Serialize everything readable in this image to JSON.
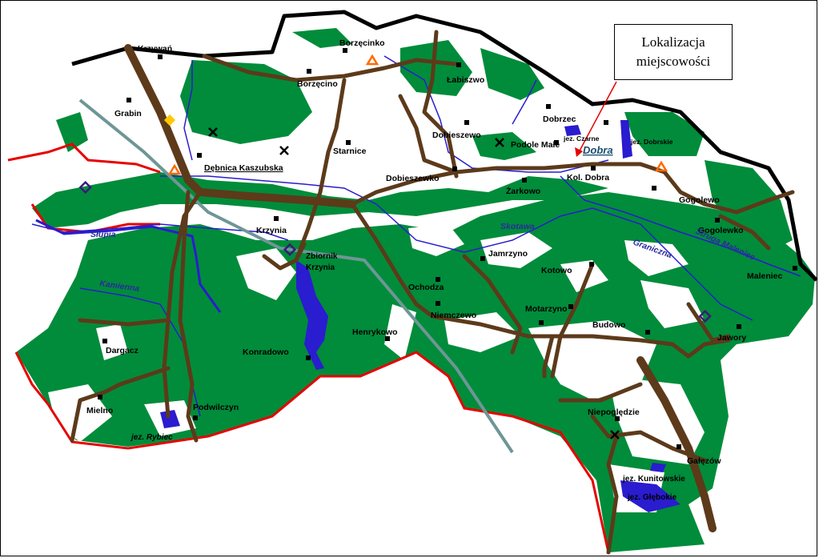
{
  "callout": {
    "line1": "Lokalizacja",
    "line2": "miejscowości"
  },
  "colors": {
    "forest": "#008c3a",
    "road": "#5c3a1a",
    "river": "#2a1ccf",
    "boundary": "#e60000",
    "railway": "#6e9696",
    "outline": "#000000"
  },
  "villages": [
    {
      "id": "krzywan",
      "name": "Krzywań"
    },
    {
      "id": "grabin",
      "name": "Grabin"
    },
    {
      "id": "borzecinko",
      "name": "Borzęcinko"
    },
    {
      "id": "borzecino",
      "name": "Borzęcino"
    },
    {
      "id": "labiszwo",
      "name": "Łabiszwo"
    },
    {
      "id": "dobrzec",
      "name": "Dobrzec"
    },
    {
      "id": "dobieszewo",
      "name": "Dobieszewo"
    },
    {
      "id": "starnice",
      "name": "Starnice"
    },
    {
      "id": "debnica",
      "name": "Dębnica Kaszubska"
    },
    {
      "id": "podole",
      "name": "Podole Małe"
    },
    {
      "id": "dobieszewko",
      "name": "Dobieszewko"
    },
    {
      "id": "koldobra",
      "name": "Kol. Dobra"
    },
    {
      "id": "zarkowo",
      "name": "Żarkowo"
    },
    {
      "id": "gogolewo",
      "name": "Gogolewo"
    },
    {
      "id": "gogolewko",
      "name": "Gogolewko"
    },
    {
      "id": "krzynia",
      "name": "Krzynia"
    },
    {
      "id": "jamrzyno",
      "name": "Jamrzyno"
    },
    {
      "id": "kotowo",
      "name": "Kotowo"
    },
    {
      "id": "maleniec",
      "name": "Maleniec"
    },
    {
      "id": "ochodza",
      "name": "Ochodza"
    },
    {
      "id": "motarzyno",
      "name": "Motarzyno"
    },
    {
      "id": "niemczewo",
      "name": "Niemczewo"
    },
    {
      "id": "budowo",
      "name": "Budowo"
    },
    {
      "id": "jawory",
      "name": "Jawory"
    },
    {
      "id": "henrykowo",
      "name": "Henrykowo"
    },
    {
      "id": "dargacz",
      "name": "Dargacz"
    },
    {
      "id": "konradowo",
      "name": "Konradowo"
    },
    {
      "id": "niepoglebie",
      "name": "Niepoględzie"
    },
    {
      "id": "mielno",
      "name": "Mielno"
    },
    {
      "id": "podwilczyn",
      "name": "Podwilczyn"
    },
    {
      "id": "galezow",
      "name": "Gałęzów"
    }
  ],
  "water": [
    {
      "id": "slupia",
      "name": "Słupia"
    },
    {
      "id": "kamienna",
      "name": "Kamienna"
    },
    {
      "id": "skotawa",
      "name": "Skotawa"
    },
    {
      "id": "graniczna",
      "name": "Graniczna"
    },
    {
      "id": "struga",
      "name": "Struga Maleniec"
    },
    {
      "id": "dobra",
      "name": "Dobra"
    }
  ],
  "lakes": [
    {
      "id": "czarne",
      "name": "jez. Czarne"
    },
    {
      "id": "dobrskie",
      "name": "jez. Dobrskie"
    },
    {
      "id": "zbiornik1",
      "name": "Zbiornik"
    },
    {
      "id": "zbiornik2",
      "name": "Krzynia"
    },
    {
      "id": "rybiec",
      "name": "jez. Rybiec"
    },
    {
      "id": "kunitowskie",
      "name": "jez. Kunitowskie"
    },
    {
      "id": "glebokie",
      "name": "jez. Głębokie"
    }
  ]
}
